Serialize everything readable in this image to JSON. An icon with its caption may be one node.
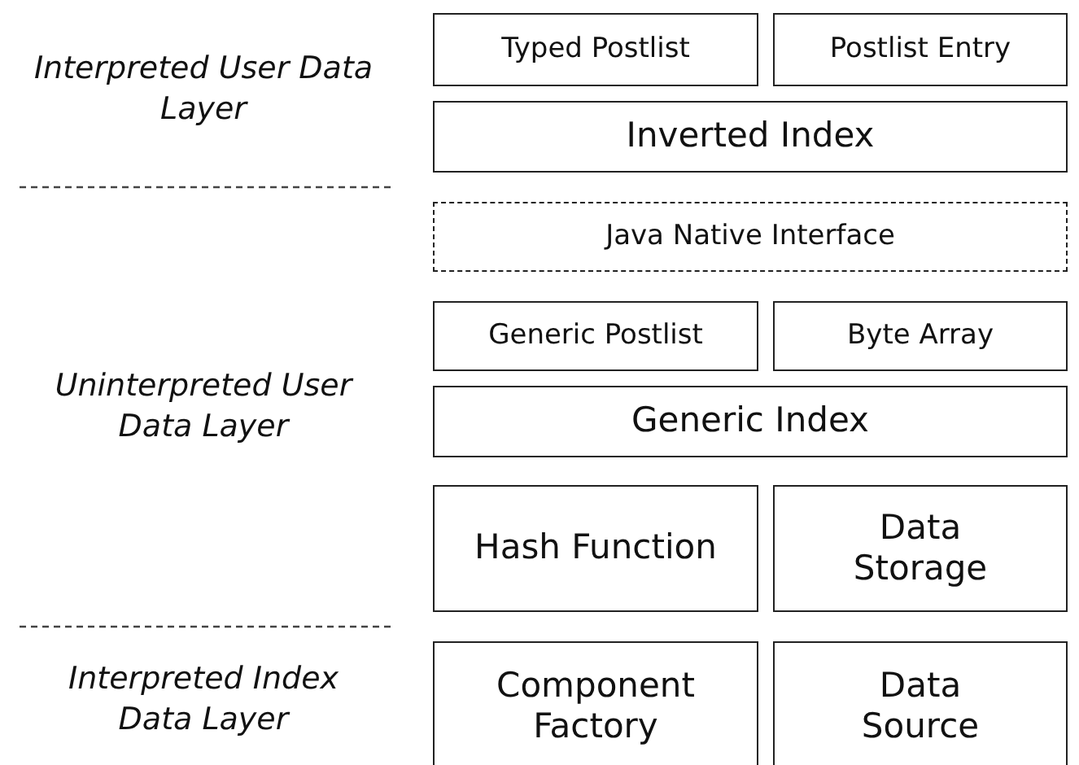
{
  "diagram": {
    "nodes": [
      {
        "text": [
          "Typed Postlist"
        ]
      },
      {
        "text": [
          "Postlist Entry"
        ]
      },
      {
        "text": [
          "Inverted Index"
        ]
      },
      {
        "text": [
          "Java Native Interface"
        ]
      },
      {
        "text": [
          "Generic Postlist"
        ]
      },
      {
        "text": [
          "Byte Array"
        ]
      },
      {
        "text": [
          "Generic Index"
        ]
      },
      {
        "text": [
          "Hash Function"
        ]
      },
      {
        "text": [
          "Data Storage"
        ]
      },
      {
        "text": [
          "Component Factory"
        ]
      },
      {
        "text": [
          "Data Source"
        ]
      }
    ],
    "labels": [
      "Interpreted User Data Layer",
      "Uninterpreted User Data Layer",
      "Interpreted Index Data Layer"
    ]
  }
}
